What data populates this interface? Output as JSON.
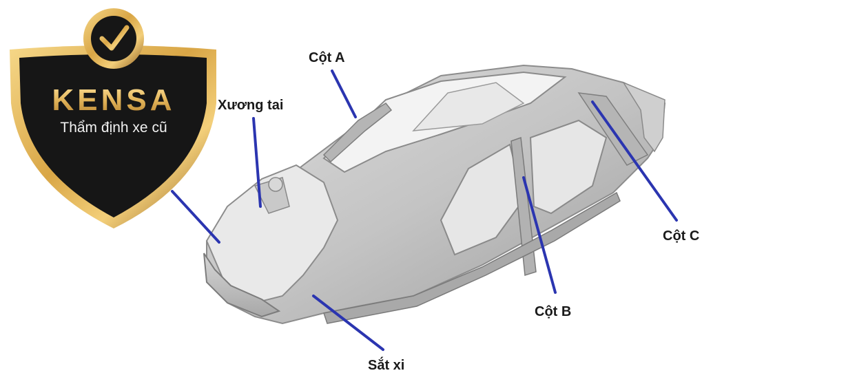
{
  "logo": {
    "name": "KENSA",
    "tagline": "Thẩm định xe cũ",
    "colors": {
      "gold": "#e2b45a",
      "gold_dark": "#8a5a1c",
      "shield": "#161616"
    },
    "icon": "check-badge-icon"
  },
  "diagram": {
    "subject": "car-body-in-white",
    "line_color": "#2b35b0",
    "labels": {
      "a_pillar": "Cột A",
      "fender_apron": "Xương tai",
      "c_pillar": "Cột C",
      "b_pillar": "Cột B",
      "chassis": "Sắt xi"
    }
  }
}
